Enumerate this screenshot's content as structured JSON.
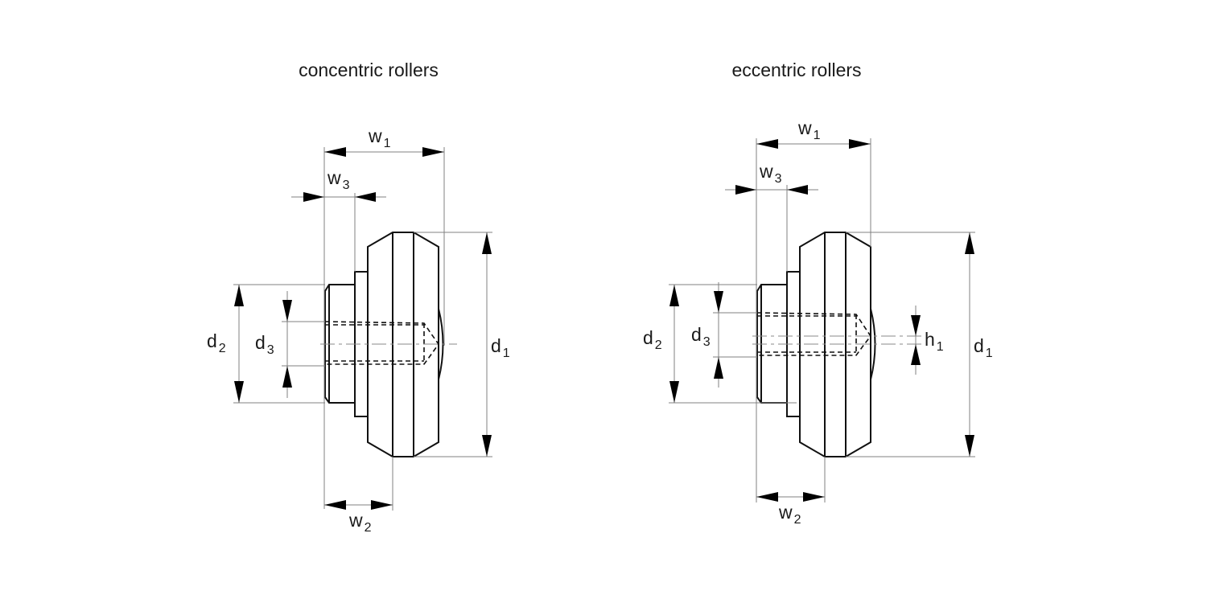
{
  "diagrams": [
    {
      "title": "concentric rollers",
      "labels": {
        "w1": {
          "base": "w",
          "sub": "1"
        },
        "w2": {
          "base": "w",
          "sub": "2"
        },
        "w3": {
          "base": "w",
          "sub": "3"
        },
        "d1": {
          "base": "d",
          "sub": "1"
        },
        "d2": {
          "base": "d",
          "sub": "2"
        },
        "d3": {
          "base": "d",
          "sub": "3"
        }
      }
    },
    {
      "title": "eccentric rollers",
      "labels": {
        "w1": {
          "base": "w",
          "sub": "1"
        },
        "w2": {
          "base": "w",
          "sub": "2"
        },
        "w3": {
          "base": "w",
          "sub": "3"
        },
        "d1": {
          "base": "d",
          "sub": "1"
        },
        "d2": {
          "base": "d",
          "sub": "2"
        },
        "d3": {
          "base": "d",
          "sub": "3"
        },
        "h1": {
          "base": "h",
          "sub": "1"
        }
      }
    }
  ]
}
